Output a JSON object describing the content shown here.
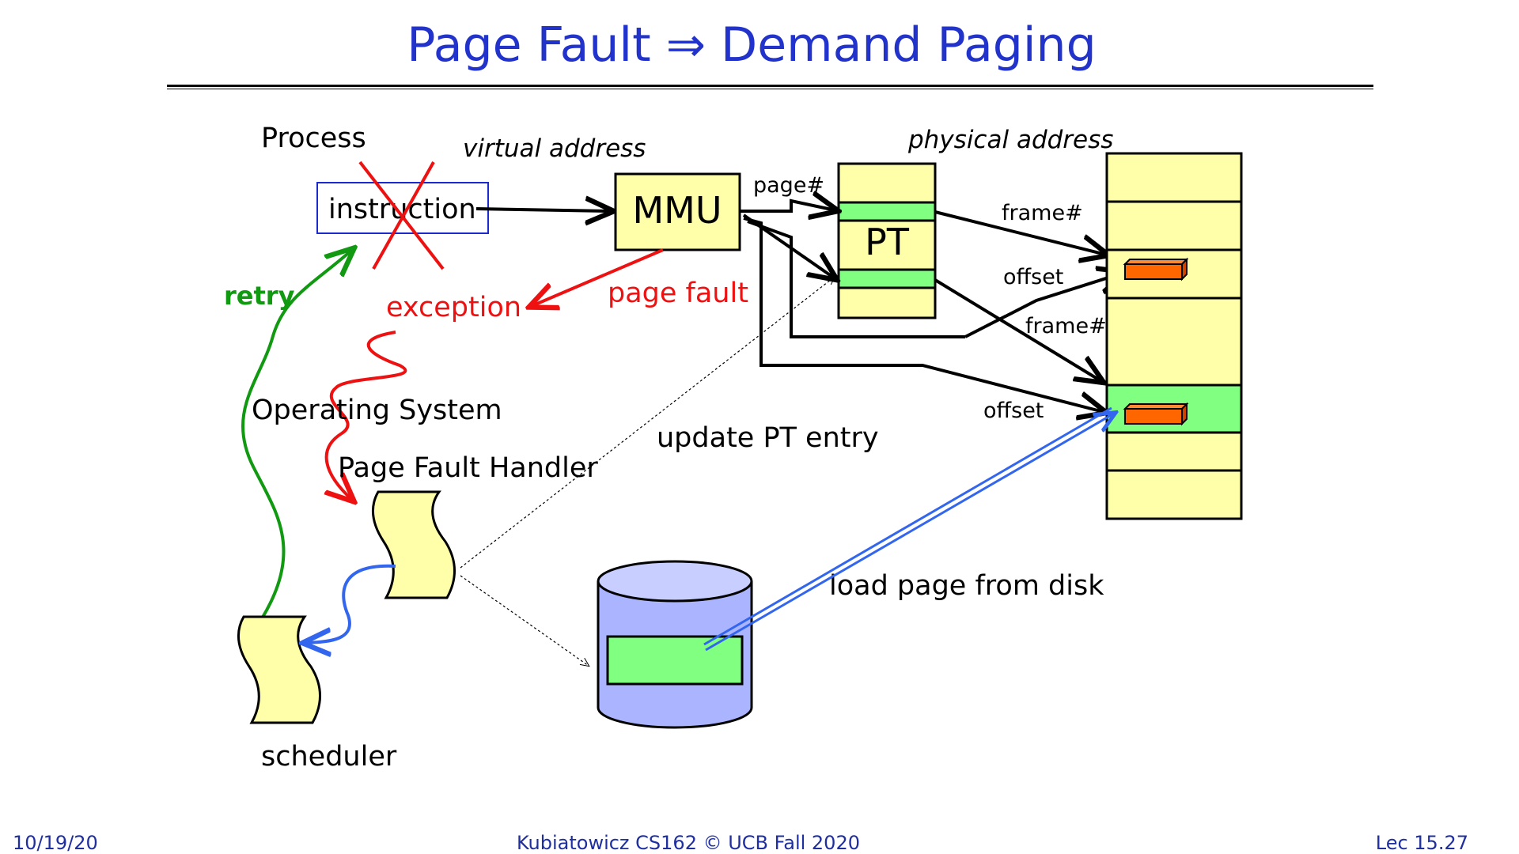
{
  "slide": {
    "title": "Page Fault ⇒ Demand Paging",
    "footer_date": "10/19/20",
    "footer_course": "Kubiatowicz CS162 © UCB Fall 2020",
    "footer_lecture": "Lec 15.27"
  },
  "diagram": {
    "process_label": "Process",
    "instruction_label": "instruction",
    "virtual_address_label": "virtual address",
    "mmu_label": "MMU",
    "page_num_label": "page#",
    "pt_label": "PT",
    "physical_address_label": "physical address",
    "frame_num_label_1": "frame#",
    "offset_label_1": "offset",
    "frame_num_label_2": "frame#",
    "offset_label_2": "offset",
    "page_fault_label": "page fault",
    "exception_label": "exception",
    "retry_label": "retry",
    "os_label": "Operating System",
    "handler_label": "Page Fault Handler",
    "update_pt_label": "update PT entry",
    "load_page_label": "load page from disk",
    "scheduler_label": "scheduler"
  },
  "colors": {
    "title": "#2233cc",
    "footer": "#1f2f9f",
    "page_box": "#ffffaa",
    "highlight": "#80ff80",
    "offset_block": "#ff6600",
    "disk": "#aab4ff",
    "fault_red": "#ee1111",
    "retry_green": "#119911",
    "load_blue": "#3366ee",
    "instruction_border": "#1a2acc"
  }
}
